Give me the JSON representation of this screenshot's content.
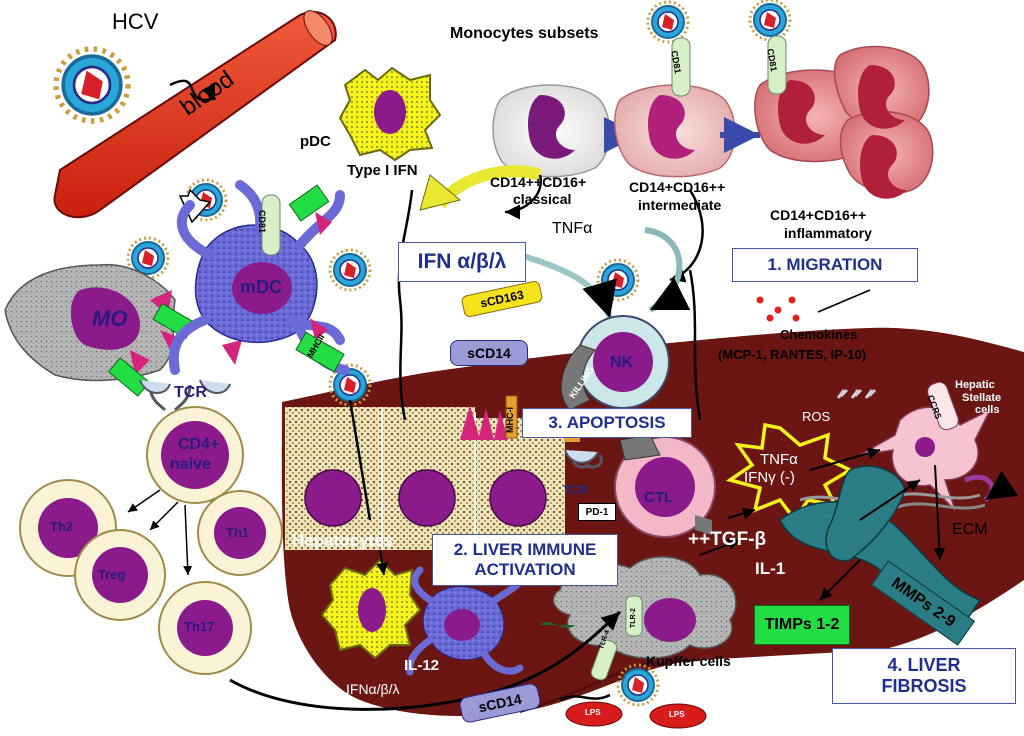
{
  "labels": {
    "hcv": "HCV",
    "blood": "blood",
    "pdc": "pDC",
    "type1_ifn": "Type I IFN",
    "monocytes_subsets": "Monocytes subsets",
    "cd14_classical_a": "CD14++CD16+",
    "cd14_classical_b": "classical",
    "cd14_intermediate_a": "CD14+CD16++",
    "cd14_intermediate_b": "intermediate",
    "cd14_inflammatory_a": "CD14+CD16++",
    "cd14_inflammatory_b": "inflammatory",
    "cd81_a": "CD81",
    "cd81_b": "CD81",
    "cd81_c": "CD81",
    "mdc": "mDC",
    "mo": "MO",
    "mhcii": "MHCII",
    "tcr_left": "TCR",
    "cd4_naive_a": "CD4+",
    "cd4_naive_b": "naive",
    "th2": "Th2",
    "treg": "Treg",
    "th1": "Th1",
    "th17": "Th17",
    "ifn_abl": "IFN α/β/λ",
    "tnfa_top": "TNFα",
    "minus_sign": "-",
    "scd163": "sCD163",
    "scd14_top": "sCD14",
    "nk": "NK",
    "killing": "KILLING",
    "mhc1": "MHC-I",
    "chemokines_a": "Chemokines",
    "chemokines_b": "(MCP-1, RANTES, IP-10)",
    "hepatic_stellate_a": "Hepatic",
    "hepatic_stellate_b": "Stellate",
    "hepatic_stellate_c": "cells",
    "ccr5": "CCR5",
    "ros": "ROS",
    "tnfa_burst": "TNFα",
    "ifng_burst": "IFNγ (-)",
    "ecm": "ECM",
    "tcr_mid": "TCR",
    "pd1": "PD-1",
    "ctl": "CTL",
    "tgfb": "++TGF-β",
    "il1": "IL-1",
    "hepatocytes": "Hepatocytes",
    "il12": "IL-12",
    "ifn_bottom": "IFNα/β/λ",
    "tlr2": "TLR-2",
    "tlr4": "TLR-4",
    "kupffer": "Kupffer cells",
    "scd14_bottom": "sCD14",
    "lps1": "LPS",
    "lps2": "LPS",
    "timps": "TIMPs 1-2",
    "mmps": "MMPs 2-9"
  },
  "boxes": {
    "migration": "1. MIGRATION",
    "liver_immune_a": "2. LIVER IMMUNE",
    "liver_immune_b": "ACTIVATION",
    "apoptosis": "3. APOPTOSIS",
    "fibrosis_a": "4. LIVER",
    "fibrosis_b": "FIBROSIS"
  },
  "colors": {
    "liver": "#6b1612",
    "blood_vessel": "#e8341c",
    "cell_nucleus": "#8b1a8b",
    "mdc_body": "#6a6ad6",
    "box_border": "#4a56a6",
    "timps": "#22dd44",
    "mmps": "#2a7d84",
    "pdc_fill": "#f3f01a"
  }
}
